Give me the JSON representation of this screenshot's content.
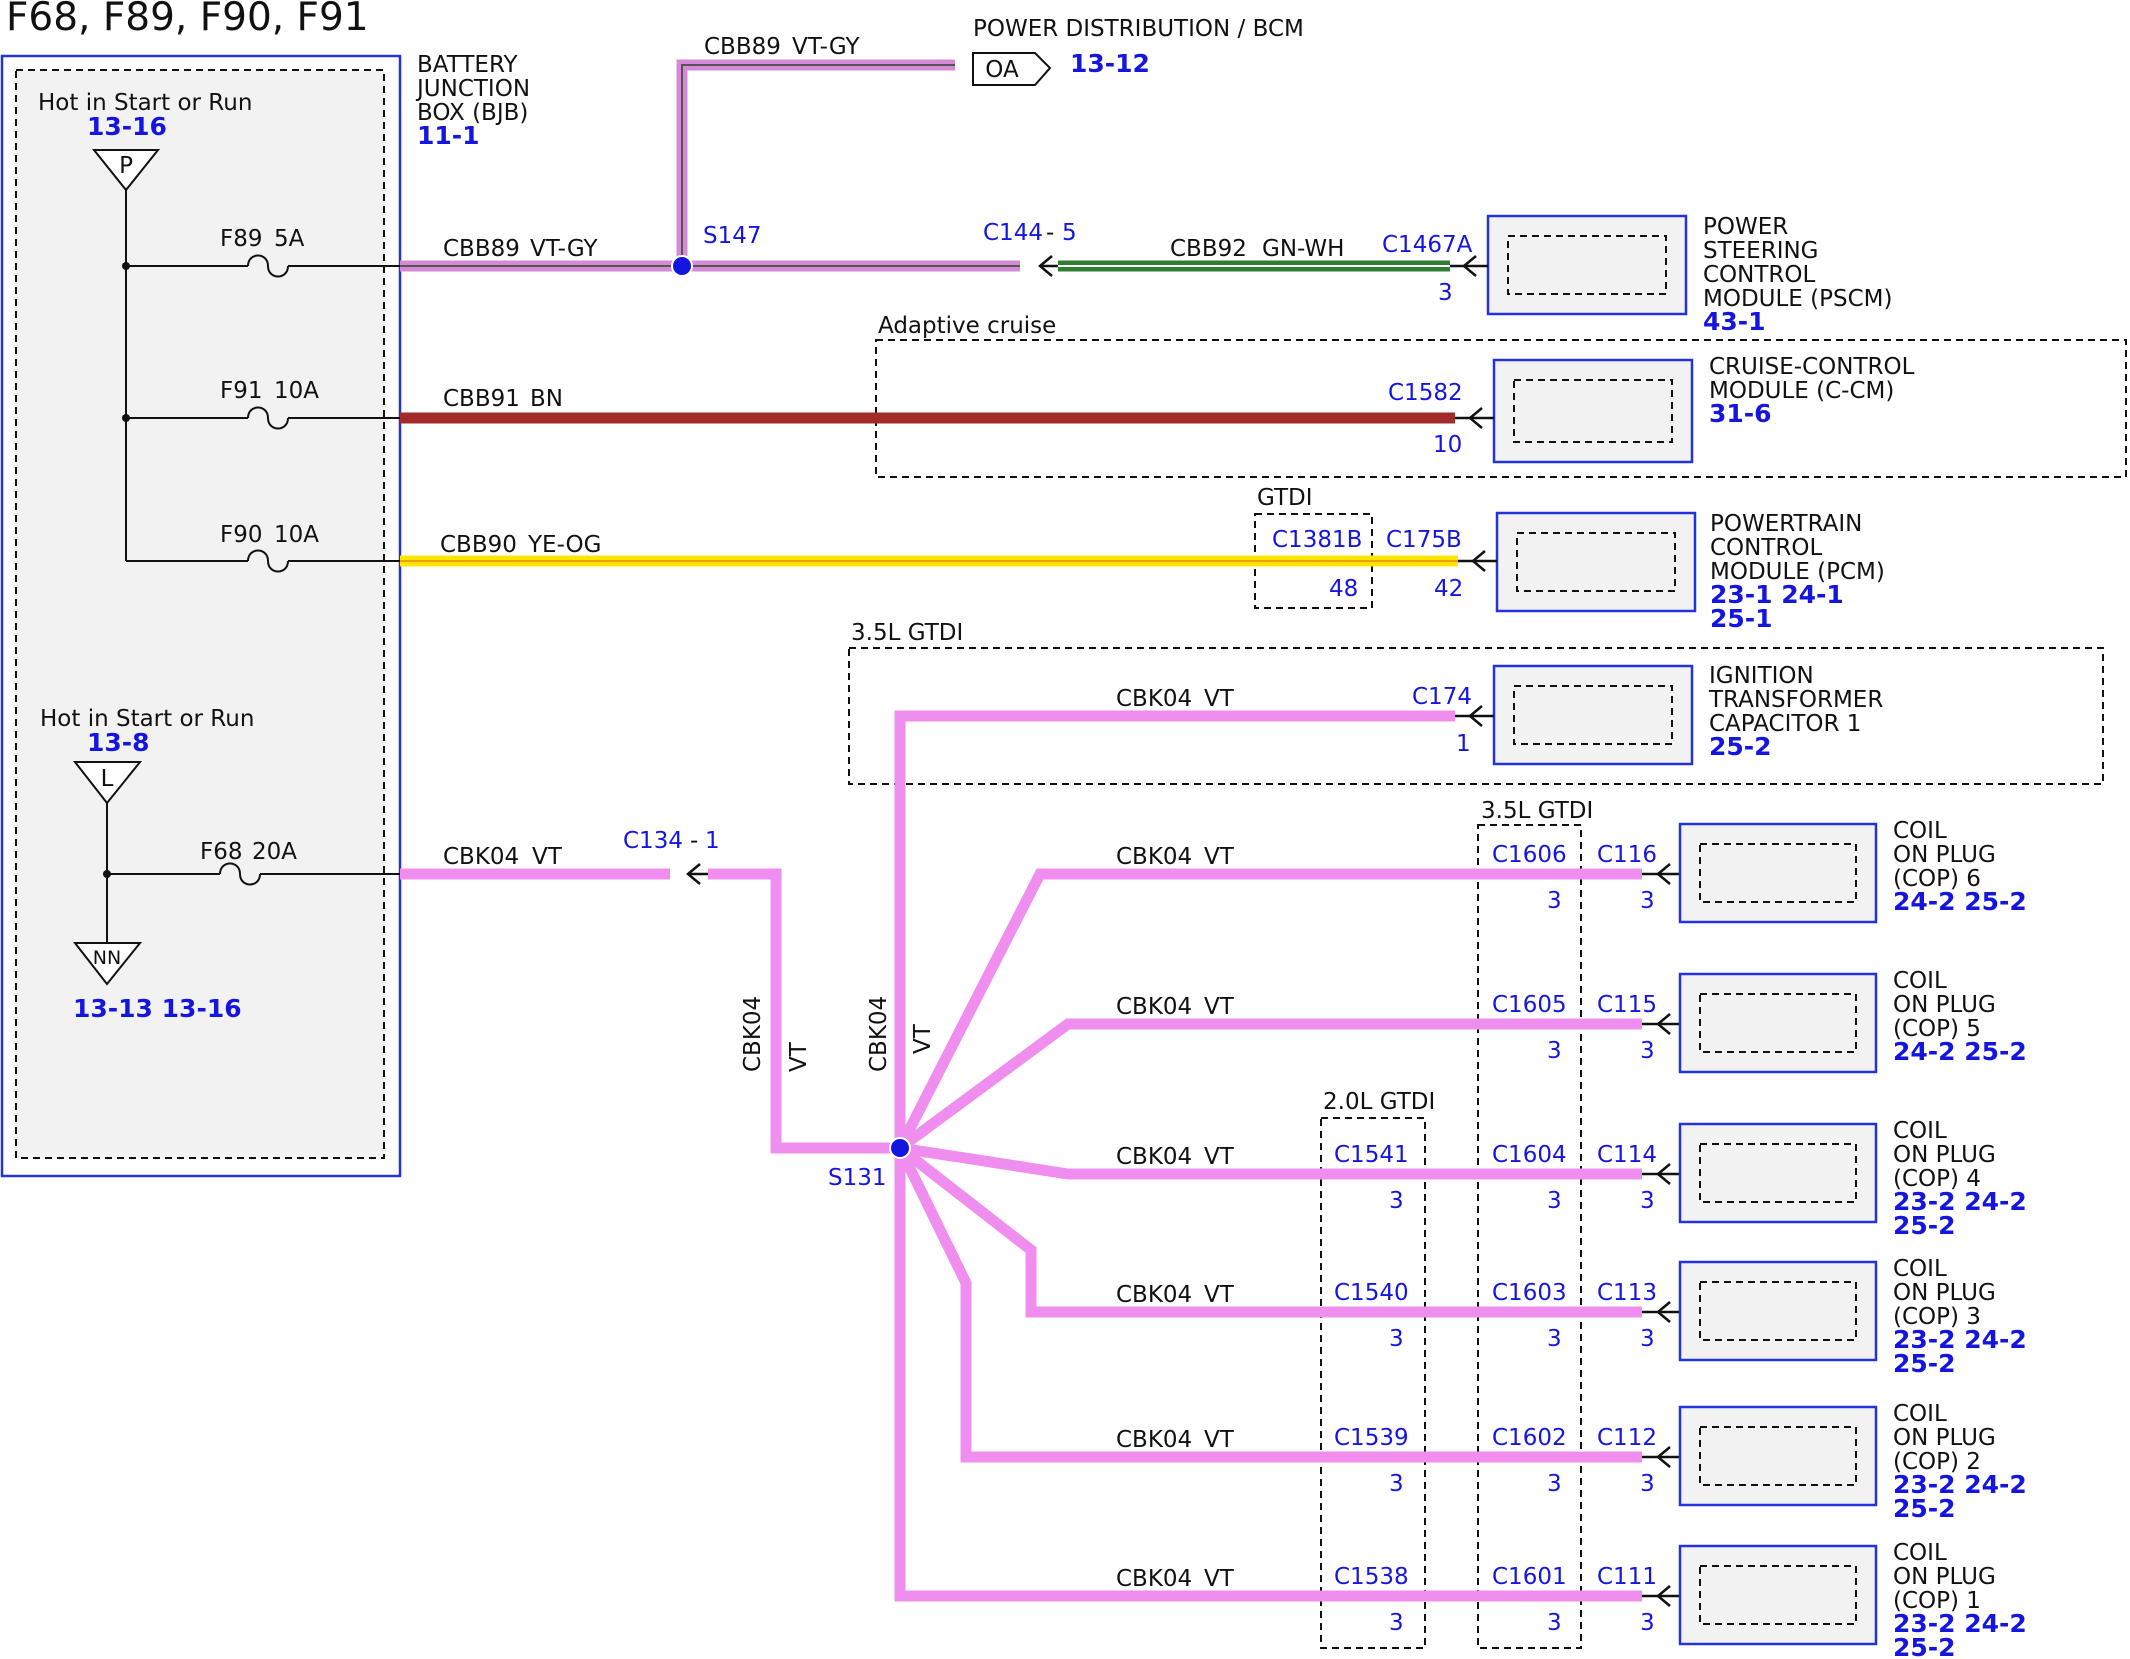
{
  "page_title": "F68, F89, F90, F91",
  "colors": {
    "VT": "#f08ef0",
    "VT-GY": "#d58ad5",
    "GN-WH": "#2e7d32",
    "BN": "#a32a2a",
    "YE-OG": "#ffe600",
    "module_border": "#2233dd",
    "ref_text": "#1515e0"
  },
  "bjb": {
    "name": [
      "BATTERY",
      "JUNCTION",
      "BOX (BJB)"
    ],
    "ref": "11-1",
    "feed_top": {
      "label": "Hot in Start or Run",
      "ref": "13-16",
      "symbol": "P"
    },
    "feed_bottom": {
      "label": "Hot in Start or Run",
      "ref": "13-8",
      "symbol": "L"
    },
    "ground": {
      "symbol": "NN",
      "refs": "13-13 13-16"
    },
    "fuses": {
      "f89": {
        "name": "F89",
        "rating": "5A"
      },
      "f91": {
        "name": "F91",
        "rating": "10A"
      },
      "f90": {
        "name": "F90",
        "rating": "10A"
      },
      "f68": {
        "name": "F68",
        "rating": "20A"
      }
    }
  },
  "wires": {
    "cbb89": {
      "circuit": "CBB89",
      "color": "VT-GY"
    },
    "cbb92": {
      "circuit": "CBB92",
      "color": "GN-WH"
    },
    "cbb91": {
      "circuit": "CBB91",
      "color": "BN"
    },
    "cbb90": {
      "circuit": "CBB90",
      "color": "YE-OG"
    },
    "cbk04": {
      "circuit": "CBK04",
      "color": "VT"
    }
  },
  "splices": {
    "s147": "S147",
    "s131": "S131"
  },
  "power_dist": {
    "label": "POWER DISTRIBUTION / BCM",
    "connector": "OA",
    "ref": "13-12"
  },
  "inline": {
    "c144": "C144",
    "c144_pin": "5",
    "c134": "C134",
    "c134_pin": "1",
    "dash": "-"
  },
  "groups": {
    "adaptive_cruise": "Adaptive cruise",
    "gtdi": "GTDI",
    "gtdi35_top": "3.5L GTDI",
    "gtdi35": "3.5L GTDI",
    "gtdi20": "2.0L GTDI"
  },
  "modules": {
    "pscm": {
      "name": [
        "POWER",
        "STEERING",
        "CONTROL",
        "MODULE (PSCM)"
      ],
      "refs": [
        "43-1"
      ],
      "connector": "C1467A",
      "pin": "3"
    },
    "ccm": {
      "name": [
        "CRUISE-CONTROL",
        "MODULE (C-CM)"
      ],
      "refs": [
        "31-6"
      ],
      "connector": "C1582",
      "pin": "10"
    },
    "pcm": {
      "name": [
        "POWERTRAIN",
        "CONTROL",
        "MODULE (PCM)"
      ],
      "refs": [
        "23-1  24-1",
        "25-1"
      ],
      "connector": "C175B",
      "pin": "42",
      "inline": "C1381B",
      "inline_pin": "48"
    },
    "itc": {
      "name": [
        "IGNITION",
        "TRANSFORMER",
        "CAPACITOR 1"
      ],
      "refs": [
        "25-2"
      ],
      "connector": "C174",
      "pin": "1"
    }
  },
  "cops": [
    {
      "name": [
        "COIL",
        "ON PLUG",
        "(COP) 6"
      ],
      "refs": [
        "24-2  25-2"
      ],
      "connector": "C116",
      "pin": "3",
      "c35": "C1606",
      "c35_pin": "3"
    },
    {
      "name": [
        "COIL",
        "ON PLUG",
        "(COP) 5"
      ],
      "refs": [
        "24-2  25-2"
      ],
      "connector": "C115",
      "pin": "3",
      "c35": "C1605",
      "c35_pin": "3"
    },
    {
      "name": [
        "COIL",
        "ON PLUG",
        "(COP) 4"
      ],
      "refs": [
        "23-2  24-2",
        "25-2"
      ],
      "connector": "C114",
      "pin": "3",
      "c35": "C1604",
      "c35_pin": "3",
      "c20": "C1541",
      "c20_pin": "3"
    },
    {
      "name": [
        "COIL",
        "ON PLUG",
        "(COP) 3"
      ],
      "refs": [
        "23-2  24-2",
        "25-2"
      ],
      "connector": "C113",
      "pin": "3",
      "c35": "C1603",
      "c35_pin": "3",
      "c20": "C1540",
      "c20_pin": "3"
    },
    {
      "name": [
        "COIL",
        "ON PLUG",
        "(COP) 2"
      ],
      "refs": [
        "23-2  24-2",
        "25-2"
      ],
      "connector": "C112",
      "pin": "3",
      "c35": "C1602",
      "c35_pin": "3",
      "c20": "C1539",
      "c20_pin": "3"
    },
    {
      "name": [
        "COIL",
        "ON PLUG",
        "(COP) 1"
      ],
      "refs": [
        "23-2  24-2",
        "25-2"
      ],
      "connector": "C111",
      "pin": "3",
      "c35": "C1601",
      "c35_pin": "3",
      "c20": "C1538",
      "c20_pin": "3"
    }
  ]
}
